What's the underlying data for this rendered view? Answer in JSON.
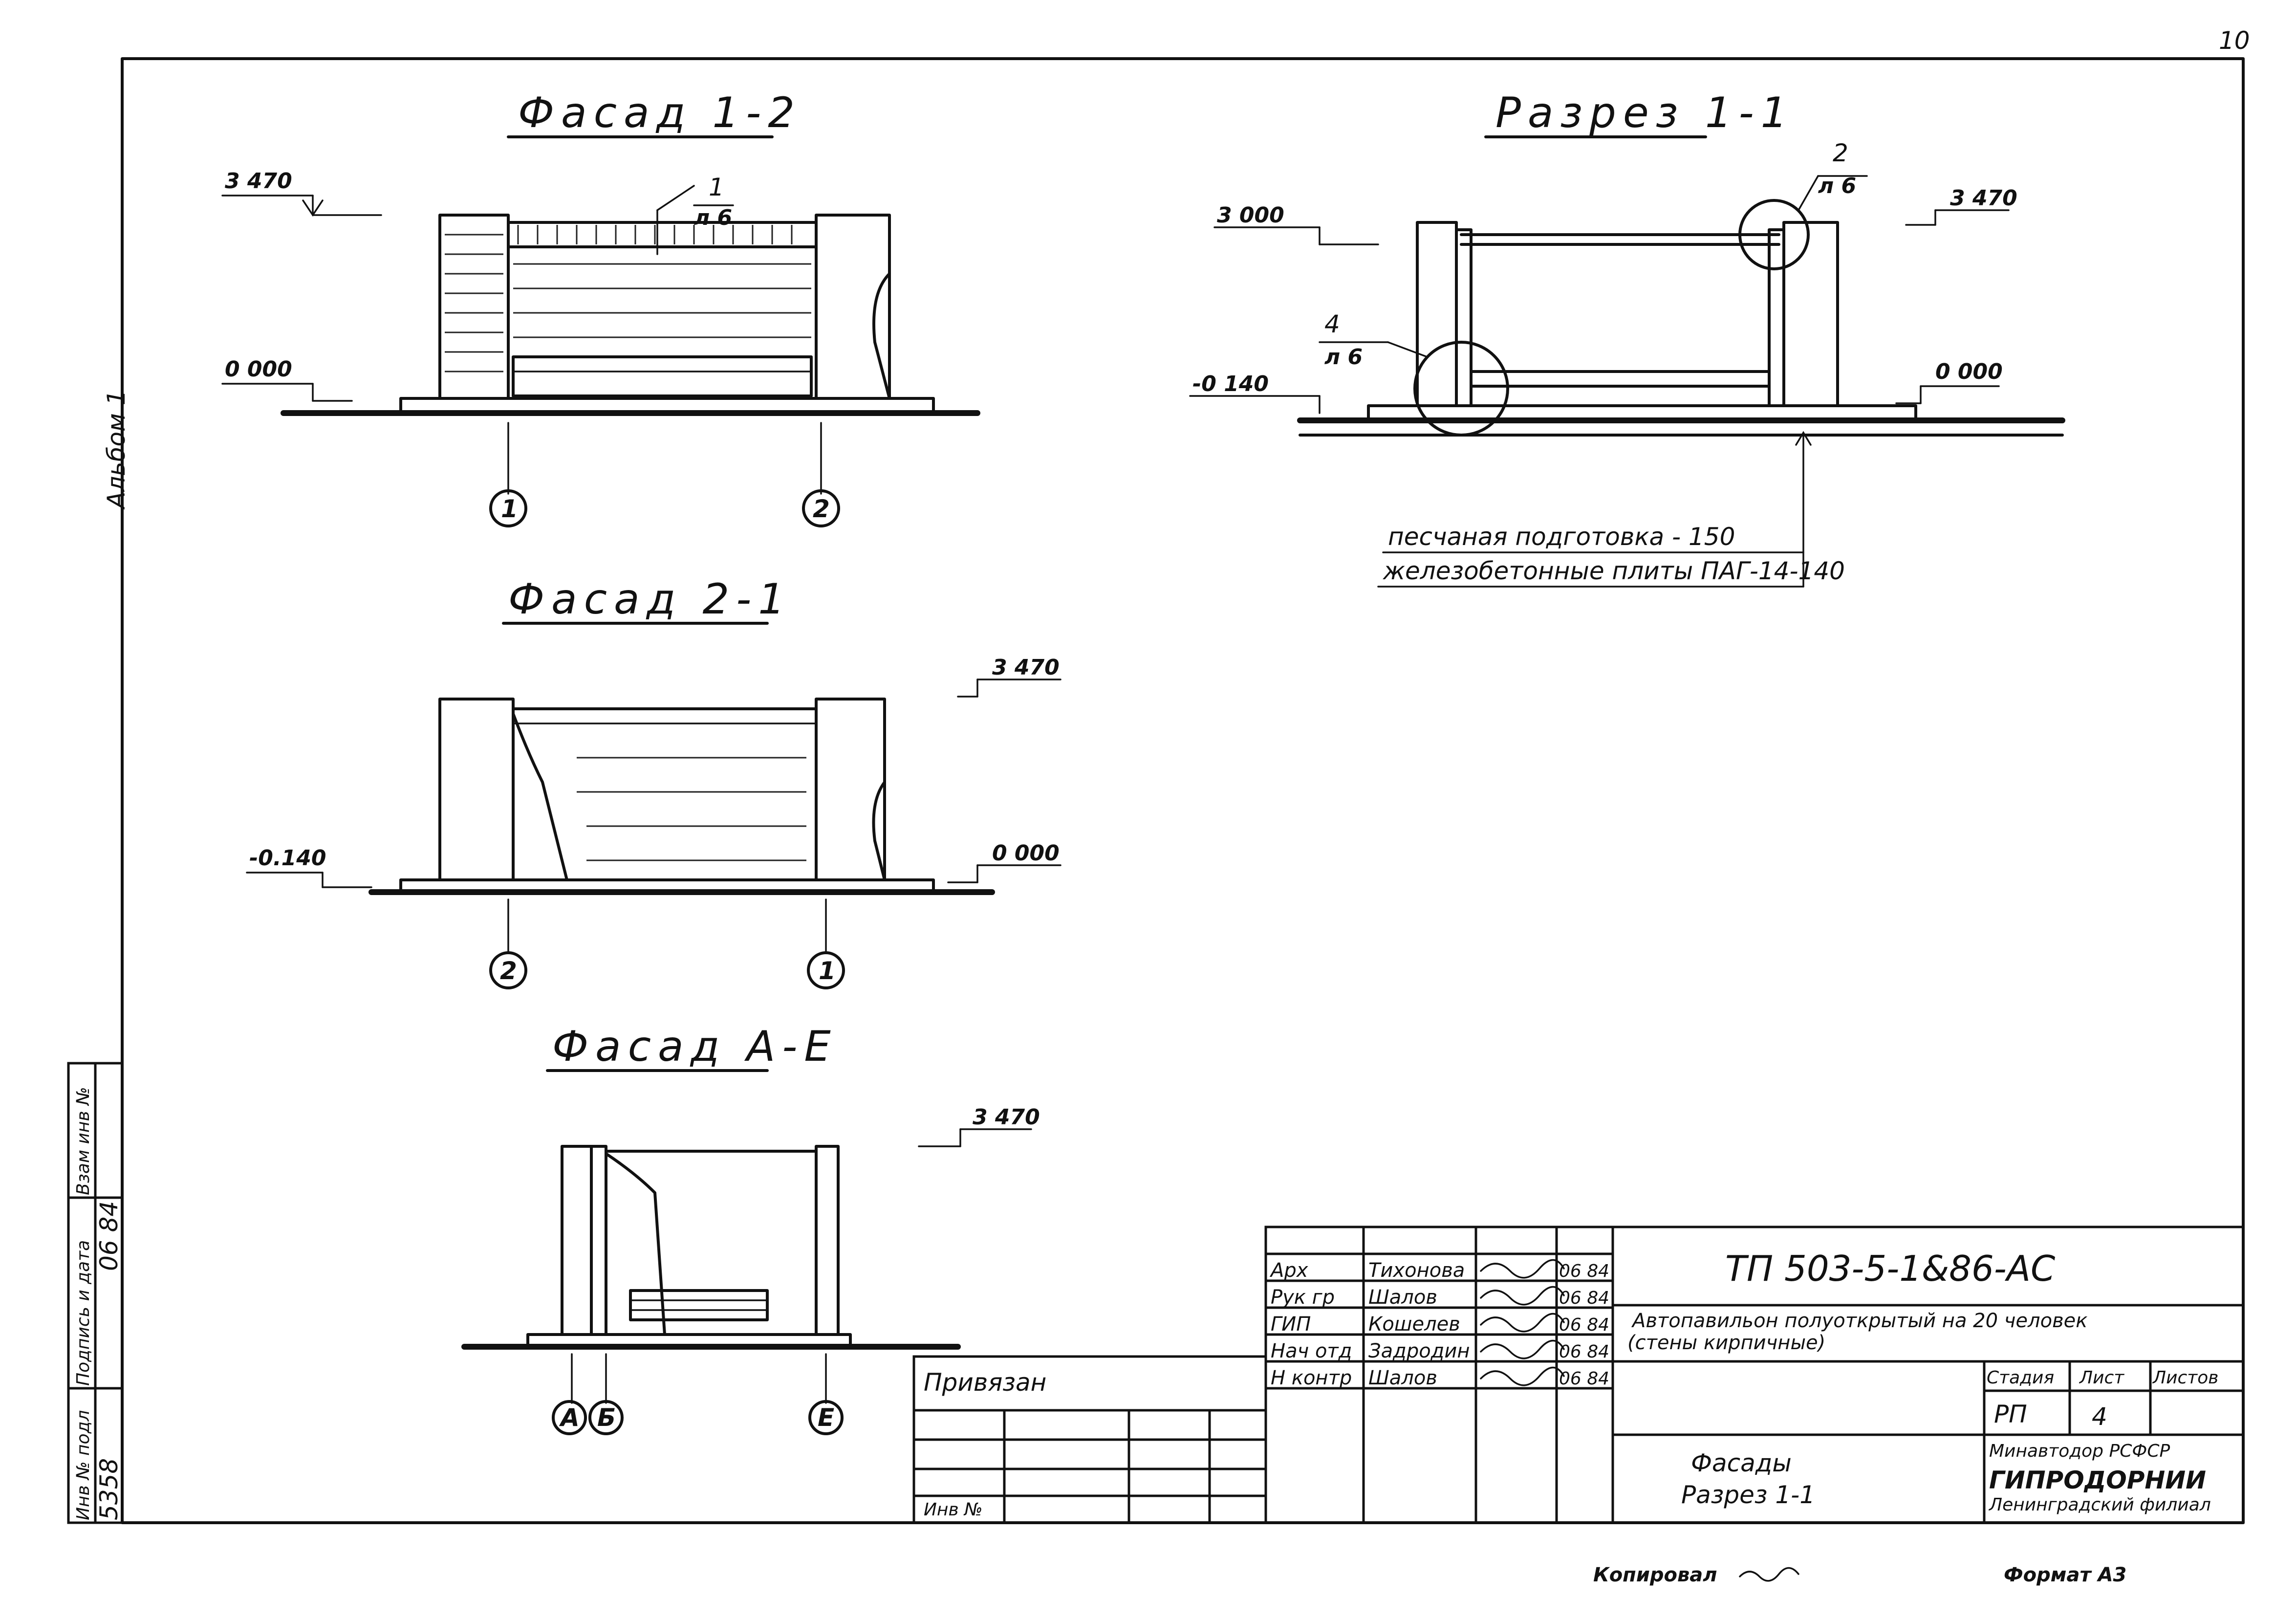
{
  "sheet_number": "10",
  "album": "Альбом 1",
  "views": {
    "facade_1_2": {
      "title": "Фасад 1-2",
      "elev_top": "3 470",
      "elev_zero": "0 000",
      "callout_num": "1",
      "callout_sheet": "л 6",
      "axis_left": "1",
      "axis_right": "2"
    },
    "section_1_1": {
      "title": "Разрез 1-1",
      "elev_a": "3 000",
      "elev_b": "3 470",
      "elev_c": "-0 140",
      "elev_d": "0 000",
      "callout2_num": "2",
      "callout2_sheet": "л 6",
      "callout4_num": "4",
      "callout4_sheet": "л 6",
      "note1": "песчаная подготовка - 150",
      "note2": "железобетонные плиты ПАГ-14-140"
    },
    "facade_2_1": {
      "title": "Фасад 2-1",
      "elev_top": "3 470",
      "elev_left": "-0.140",
      "elev_right": "0 000",
      "axis_left": "2",
      "axis_right": "1"
    },
    "facade_a_e": {
      "title": "Фасад А-Е",
      "elev_top": "3 470",
      "axis_a": "А",
      "axis_b": "Б",
      "axis_e": "Е"
    }
  },
  "left_stamp": {
    "inv_label": "Инв № подл",
    "inv_value": "5358",
    "sign_label": "Подпись и дата",
    "sign_date": "06 84",
    "replace_label": "Взам инв №"
  },
  "binding": {
    "label": "Привязан",
    "inv": "Инв №"
  },
  "title_block": {
    "code": "ТП 503-5-1&86-АС",
    "description_1": "Автопавильон полуоткрытый на 20 человек",
    "description_2": "(стены кирпичные)",
    "sheet_title_1": "Фасады",
    "sheet_title_2": "Разрез 1-1",
    "stage_label": "Стадия",
    "sheet_label": "Лист",
    "sheets_label": "Листов",
    "stage_value": "РП",
    "sheet_value": "4",
    "org_1": "Минавтодор РСФСР",
    "org_2": "ГИПРОДОРНИИ",
    "org_3": "Ленинградский филиал",
    "signers": [
      {
        "role": "Арх",
        "name": "Тихонова",
        "date": "06 84"
      },
      {
        "role": "Рук гр",
        "name": "Шалов",
        "date": "06 84"
      },
      {
        "role": "ГИП",
        "name": "Кошелев",
        "date": "06 84"
      },
      {
        "role": "Нач отд",
        "name": "Задродин",
        "date": "06 84"
      },
      {
        "role": "Н контр",
        "name": "Шалов",
        "date": "06 84"
      }
    ]
  },
  "footer": {
    "copied": "Копировал",
    "format": "Формат А3"
  }
}
